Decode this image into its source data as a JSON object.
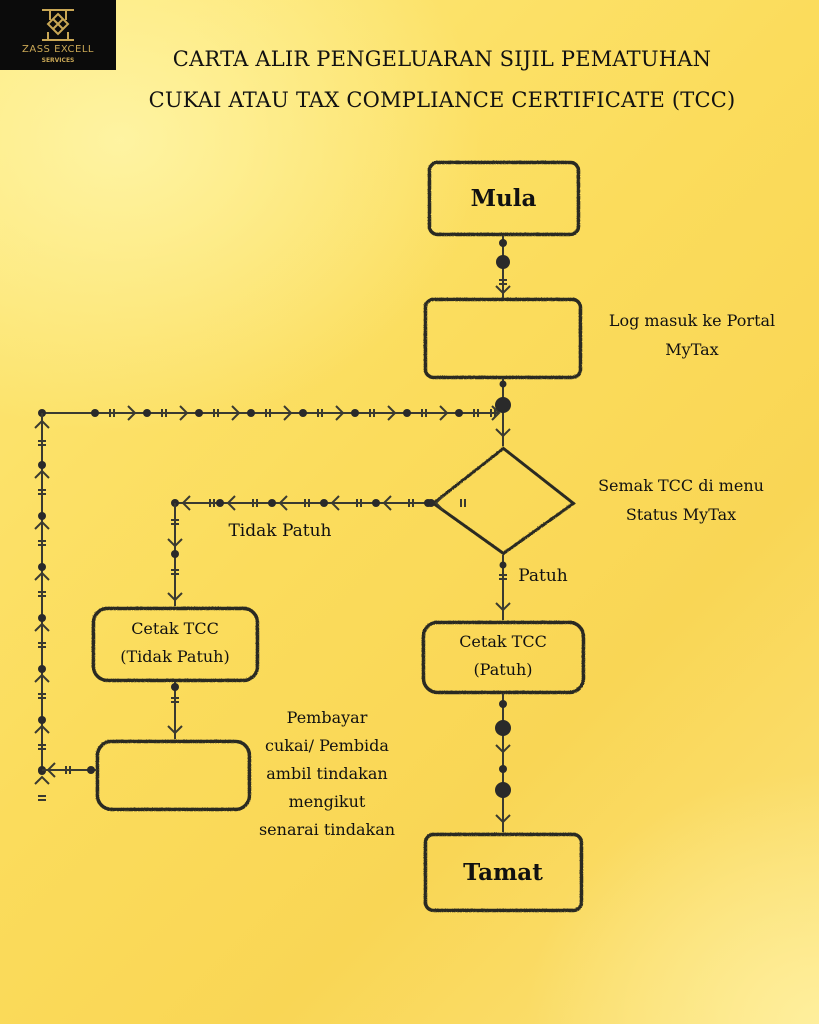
{
  "logo": {
    "brand": "ZASS EXCELL",
    "sub": "SERVICES",
    "accent_color": "#c9a755"
  },
  "title": {
    "line1": "CARTA ALIR PENGELUARAN SIJIL PEMATUHAN",
    "line2": "CUKAI ATAU TAX COMPLIANCE CERTIFICATE (TCC)"
  },
  "nodes": {
    "start": "Mula",
    "login_label_1": "Log masuk ke Portal",
    "login_label_2": "MyTax",
    "decision_label_1": "Semak TCC di menu",
    "decision_label_2": "Status MyTax",
    "no_branch": "Tidak Patuh",
    "yes_branch": "Patuh",
    "print_noncompliant_1": "Cetak TCC",
    "print_noncompliant_2": "(Tidak Patuh)",
    "print_compliant_1": "Cetak TCC",
    "print_compliant_2": "(Patuh)",
    "action_label": [
      "Pembayar",
      "cukai/ Pembida",
      "ambil tindakan",
      "mengikut",
      "senarai tindakan"
    ],
    "end": "Tamat"
  },
  "colors": {
    "background": "#fbdc5c",
    "stroke": "#2a2a22"
  }
}
